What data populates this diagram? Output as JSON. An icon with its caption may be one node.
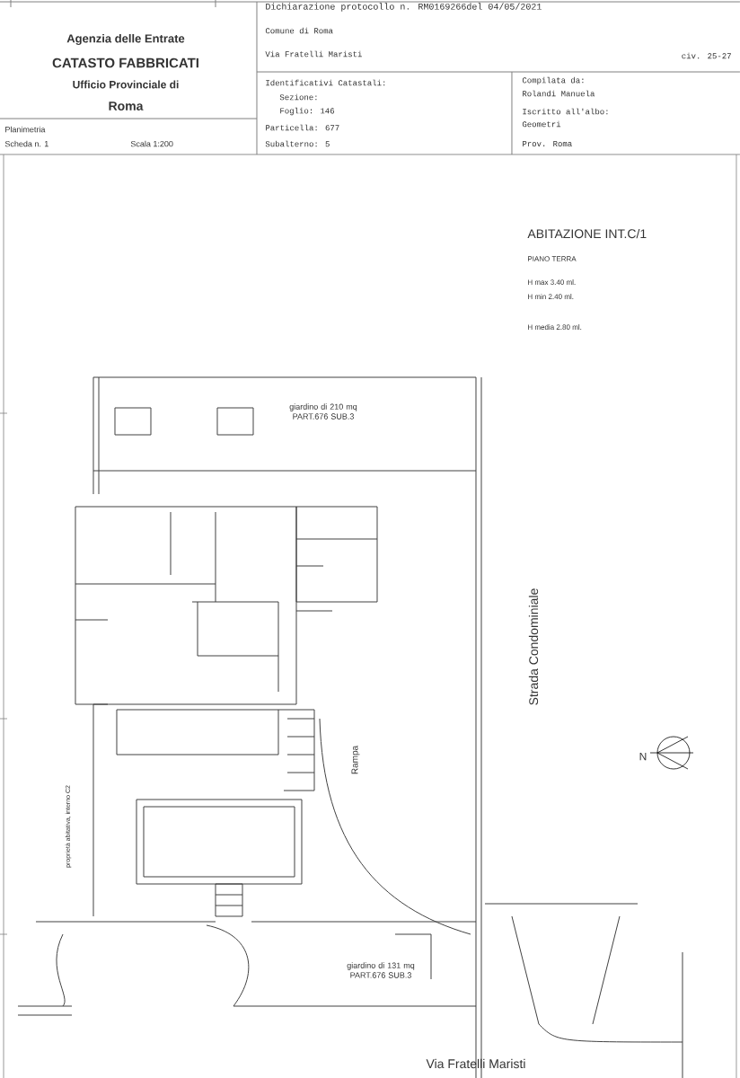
{
  "diagram": {
    "labels": [
      "Agenzia delle Entrate",
      "CATASTO FABBRICATI",
      "Ufficio Provinciale di",
      "Roma",
      "Dichiarazione protocollo n. RM0169266del 04/05/2021",
      "Comune di Roma",
      "Via Fratelli Maristi",
      "civ. 25-27",
      "Identificativi Catastali:",
      "Sezione:",
      "Foglio: 146",
      "Particella: 677",
      "Subalterno: 5",
      "Compilata da:",
      "Rolandi Manuela",
      "Iscritto all'albo:",
      "Geometri",
      "Prov. Roma",
      "Planimetria",
      "Scheda n. 1",
      "Scala 1:200",
      "ABITAZIONE INT.C/1",
      "PIANO TERRA",
      "H max 3.40 ml.",
      "H min 2.40 ml.",
      "H media 2.80 ml.",
      "giardino di 210 mq PART.676 SUB.3",
      "Strada Condominiale",
      "N",
      "Rampa",
      "proprietà abitativa, interno C2",
      "giardino di 131 mq PART.676 SUB.3",
      "Via Fratelli Maristi"
    ]
  }
}
